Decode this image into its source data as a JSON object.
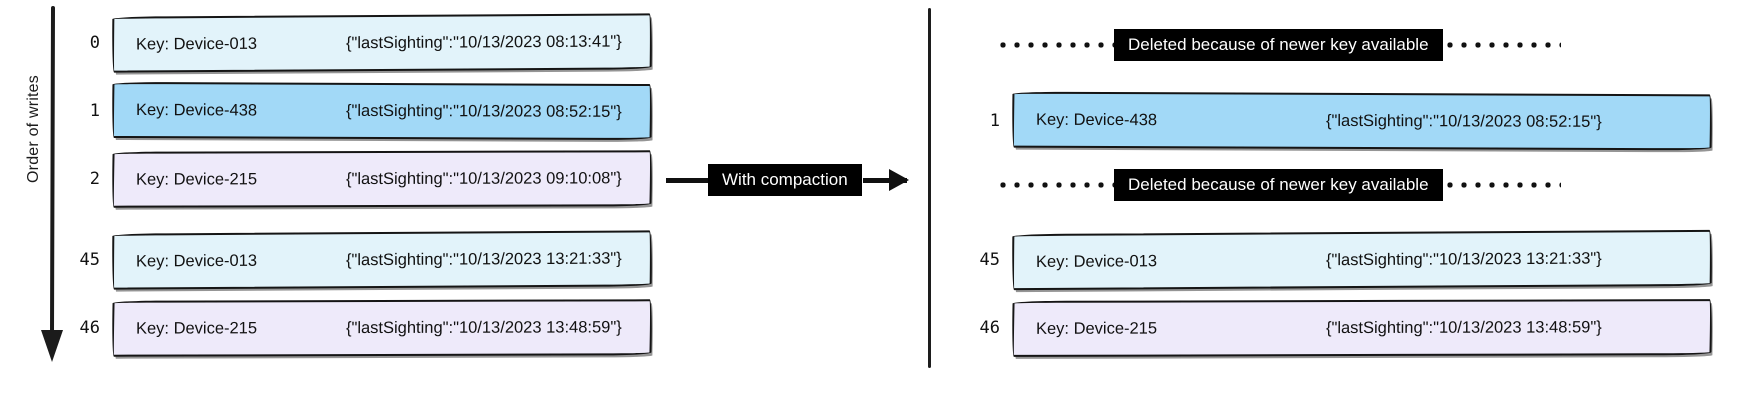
{
  "diagram": {
    "axis_label": "Order of writes",
    "compaction": {
      "label": "With compaction",
      "arrow_icon": "right-arrow-icon"
    },
    "deleted_note": "Deleted because of newer key available",
    "colors": {
      "fill_cyan": "#e2f3fa",
      "fill_blue": "#a2d9f7",
      "fill_lavender": "#eeeafa",
      "stroke": "#151515",
      "label_bg": "#000000",
      "label_fg": "#ffffff"
    }
  },
  "left_panel": {
    "records": [
      {
        "index": "0",
        "key": "Key: Device-013",
        "value": "{\"lastSighting\":\"10/13/2023 08:13:41\"}",
        "fill": "cyan"
      },
      {
        "index": "1",
        "key": "Key: Device-438",
        "value": "{\"lastSighting\":\"10/13/2023 08:52:15\"}",
        "fill": "blue"
      },
      {
        "index": "2",
        "key": "Key: Device-215",
        "value": "{\"lastSighting\":\"10/13/2023 09:10:08\"}",
        "fill": "lavender"
      },
      {
        "index": "45",
        "key": "Key: Device-013",
        "value": "{\"lastSighting\":\"10/13/2023 13:21:33\"}",
        "fill": "cyan"
      },
      {
        "index": "46",
        "key": "Key: Device-215",
        "value": "{\"lastSighting\":\"10/13/2023 13:48:59\"}",
        "fill": "lavender"
      }
    ]
  },
  "right_panel": {
    "deleted_markers": [
      {
        "text": "Deleted because of newer key available"
      },
      {
        "text": "Deleted because of newer key available"
      }
    ],
    "records": [
      {
        "index": "1",
        "key": "Key: Device-438",
        "value": "{\"lastSighting\":\"10/13/2023 08:52:15\"}",
        "fill": "blue"
      },
      {
        "index": "45",
        "key": "Key: Device-013",
        "value": "{\"lastSighting\":\"10/13/2023 13:21:33\"}",
        "fill": "cyan"
      },
      {
        "index": "46",
        "key": "Key: Device-215",
        "value": "{\"lastSighting\":\"10/13/2023 13:48:59\"}",
        "fill": "lavender"
      }
    ]
  }
}
